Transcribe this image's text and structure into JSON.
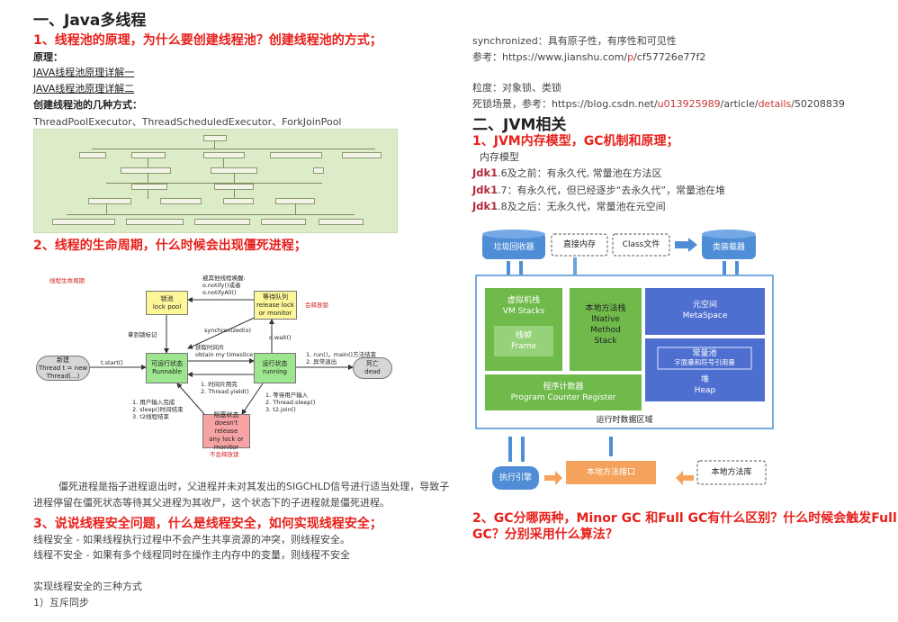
{
  "left": {
    "section_title": "一、Java多线程",
    "q1": "1、线程池的原理，为什么要创建线程池？创建线程池的方式；",
    "principle_label": "原理：",
    "link1": "JAVA线程池原理详解一",
    "link2": "JAVA线程池原理详解二",
    "ways_label": "创建线程池的几种方式：",
    "ways_text": "ThreadPoolExecutor、ThreadScheduledExecutor、ForkJoinPool",
    "q2": "2、线程的生命周期，什么时候会出现僵死进程；",
    "lifecycle": {
      "title": "线程生命周期",
      "lock_pool": [
        "锁池",
        "lock pool"
      ],
      "wait_queue": [
        "等待队列",
        "release lock",
        "or monitor"
      ],
      "new_state": [
        "新建",
        "Thread t = new",
        "Thread(...)"
      ],
      "runnable": [
        "可运行状态",
        "Runnable"
      ],
      "running": [
        "运行状态",
        "running"
      ],
      "dead": [
        "死亡",
        "dead"
      ],
      "blocked": [
        "阻塞状态",
        "doesn't release",
        "any lock or",
        "monitor"
      ],
      "note_notify": [
        "被其他线程唤醒:",
        "o.notify()或者",
        "o.notifyAll()"
      ],
      "note_sync": "synchronized(o)",
      "note_wait": "o.wait()",
      "note_lock": "拿到锁标记",
      "note_cpu": [
        "获取时间片",
        "obtain my timeslice"
      ],
      "note_start": "t.start()",
      "note_end": [
        "1. run()，main()方法结束",
        "2. 异常退出"
      ],
      "note_yield": [
        "1. 时间片用完",
        "2. Thread.yield()"
      ],
      "note_back": [
        "1. 用户输入完成",
        "2. sleep()时间结束",
        "3. t2线程结束"
      ],
      "note_block": [
        "1. 等待用户输入",
        "2. Thread.sleep()",
        "3. t2.join()"
      ],
      "release_tag": "会释放锁",
      "norelease_tag": "不会释放锁"
    },
    "zombie_p1": "僵死进程是指子进程退出时，父进程并未对其发出的SIGCHLD信号进行适当处理，导致子",
    "zombie_p2": "进程停留在僵死状态等待其父进程为其收尸，这个状态下的子进程就是僵死进程。",
    "q3": "3、说说线程安全问题，什么是线程安全，如何实现线程安全；",
    "safe": "线程安全 - 如果线程执行过程中不会产生共享资源的冲突，则线程安全。",
    "unsafe": "线程不安全 - 如果有多个线程同时在操作主内存中的变量，则线程不安全",
    "three_ways": "实现线程安全的三种方式",
    "way1": "1）互斥同步"
  },
  "right": {
    "sync_text": "synchronized：具有原子性，有序性和可见性",
    "ref1_prefix": "参考：https://www.jianshu.com/",
    "ref1_red": "p",
    "ref1_suffix": "/cf57726e77f2",
    "granularity": "粒度：对象锁、类锁",
    "ref2_prefix": "死锁场景，参考：https://blog.csdn.net/",
    "ref2_red1": "u013925989",
    "ref2_mid": "/article/",
    "ref2_red2": "details",
    "ref2_suffix": "/50208839",
    "section_title": "二、JVM相关",
    "q1": "1、JVM内存模型，GC机制和原理；",
    "mem_model": "内存模型",
    "jdk16_label": "Jdk1",
    "jdk16_text": ".6及之前：有永久代, 常量池在方法区",
    "jdk17_label": "Jdk1",
    "jdk17_text": ".7：有永久代，但已经逐步“去永久代”，常量池在堆",
    "jdk18_label": "Jdk1",
    "jdk18_text": ".8及之后：无永久代，常量池在元空间",
    "jvm": {
      "gc": "垃圾回收器",
      "direct_mem": "直接内存",
      "class_file": "Class文件",
      "class_loader": "类装载器",
      "vm_stack": [
        "虚拟机栈",
        "VM Stacks"
      ],
      "frame": [
        "栈帧",
        "Frame"
      ],
      "native_stack": [
        "本地方法栈",
        "lNative",
        "Method",
        "Stack"
      ],
      "metaspace": [
        "元空间",
        "MetaSpace"
      ],
      "const_pool": [
        "常量池",
        "字面量和符号引用量"
      ],
      "heap": [
        "堆",
        "Heap"
      ],
      "pc": [
        "程序计数器",
        "Program Counter Register"
      ],
      "runtime_area": "运行时数据区域",
      "exec_engine": "执行引擎",
      "native_iface": "本地方法接口",
      "native_lib": "本地方法库"
    },
    "q2_line1": "2、GC分哪两种，Minor GC 和Full GC有什么区别？什么时候会触发Full",
    "q2_line2": "GC？分别采用什么算法？"
  },
  "colors": {
    "heading_red": "#e8201b",
    "jvm_blue": "#4f8ed6",
    "jvm_green": "#6fba4b",
    "jvm_orange": "#f5a25d"
  }
}
